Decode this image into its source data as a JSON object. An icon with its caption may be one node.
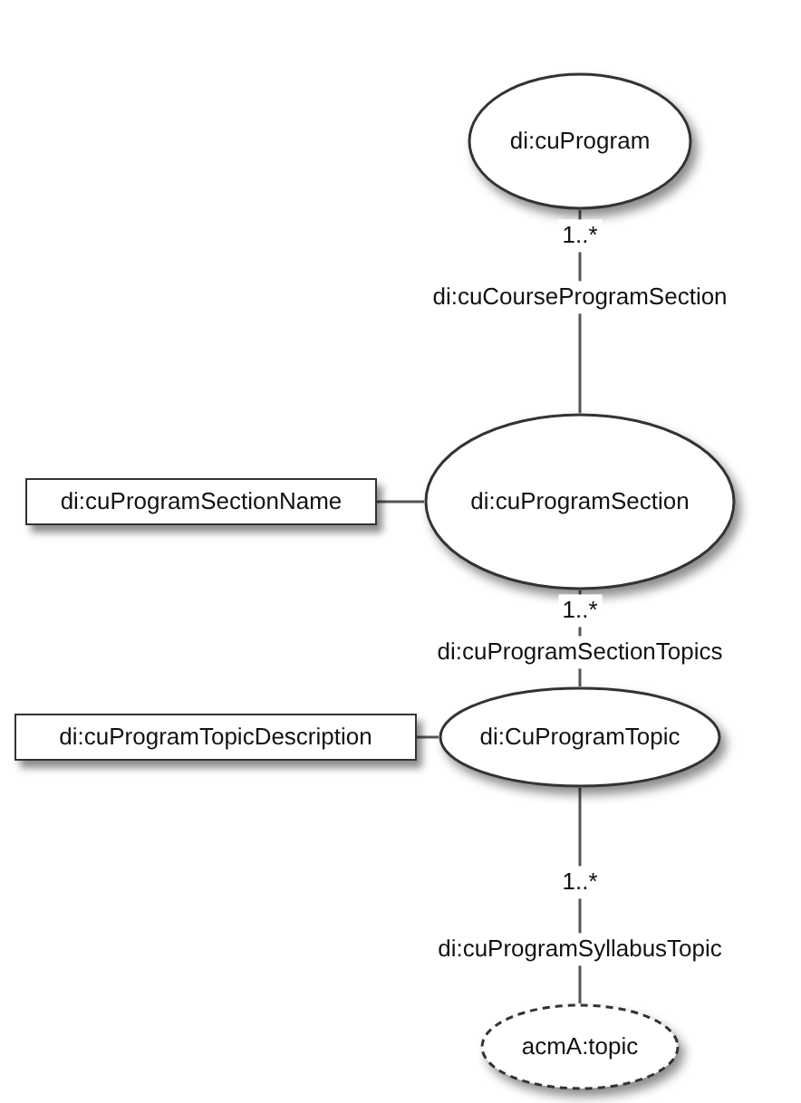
{
  "diagram": {
    "nodes": [
      {
        "text": [
          "di:cuProgram"
        ]
      },
      {
        "text": [
          "di:cuProgramSectionName"
        ]
      },
      {
        "text": [
          "di:cuProgramSection"
        ]
      },
      {
        "text": [
          "di:cuProgramTopicDescription"
        ]
      },
      {
        "text": [
          "di:CuProgramTopic"
        ]
      },
      {
        "text": [
          "acmA:topic"
        ]
      }
    ],
    "edges": [
      {
        "from": 0,
        "to": 2,
        "arrow": "none",
        "label": "di:cuCourseProgramSection"
      },
      {
        "from": 1,
        "to": 2,
        "arrow": "none"
      },
      {
        "from": 2,
        "to": 4,
        "arrow": "none",
        "label": "di:cuProgramSectionTopics"
      },
      {
        "from": 3,
        "to": 4,
        "arrow": "none"
      },
      {
        "from": 4,
        "to": 5,
        "arrow": "none",
        "label": "di:cuProgramSyllabusTopic"
      }
    ],
    "labels": [
      "1..*",
      "1..*",
      "1..*"
    ]
  }
}
